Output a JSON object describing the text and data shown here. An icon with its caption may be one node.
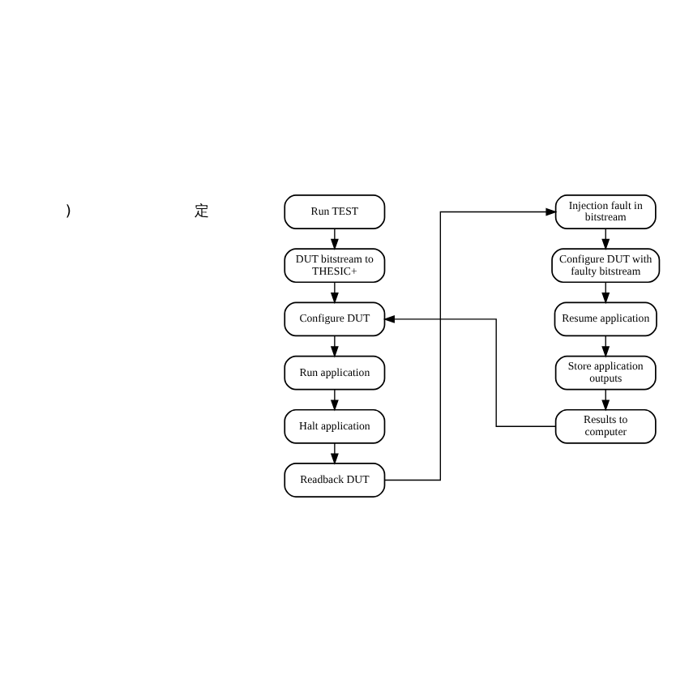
{
  "diagram": {
    "nodes": [
      {
        "text": [
          "Run TEST"
        ]
      },
      {
        "text": [
          "DUT bitstream to THESIC+"
        ]
      },
      {
        "text": [
          "Configure DUT"
        ]
      },
      {
        "text": [
          "Run application"
        ]
      },
      {
        "text": [
          "Halt application"
        ]
      },
      {
        "text": [
          "Readback DUT"
        ]
      },
      {
        "text": [
          "Injection fault in bitstream"
        ]
      },
      {
        "text": [
          "Configure DUT with faulty bitstream"
        ]
      },
      {
        "text": [
          "Resume application"
        ]
      },
      {
        "text": [
          "Store application outputs"
        ]
      },
      {
        "text": [
          "Results to computer"
        ]
      }
    ],
    "edges": [
      {
        "from": 0,
        "to": 1,
        "arrow": "to"
      },
      {
        "from": 1,
        "to": 2,
        "arrow": "to"
      },
      {
        "from": 2,
        "to": 3,
        "arrow": "to"
      },
      {
        "from": 3,
        "to": 4,
        "arrow": "to"
      },
      {
        "from": 4,
        "to": 5,
        "arrow": "to"
      },
      {
        "from": 5,
        "to": 6,
        "arrow": "to"
      },
      {
        "from": 6,
        "to": 7,
        "arrow": "to"
      },
      {
        "from": 7,
        "to": 8,
        "arrow": "to"
      },
      {
        "from": 8,
        "to": 9,
        "arrow": "to"
      },
      {
        "from": 9,
        "to": 10,
        "arrow": "to"
      },
      {
        "from": 10,
        "to": 2,
        "arrow": "to"
      }
    ],
    "labels": [
      ")",
      "定"
    ]
  }
}
